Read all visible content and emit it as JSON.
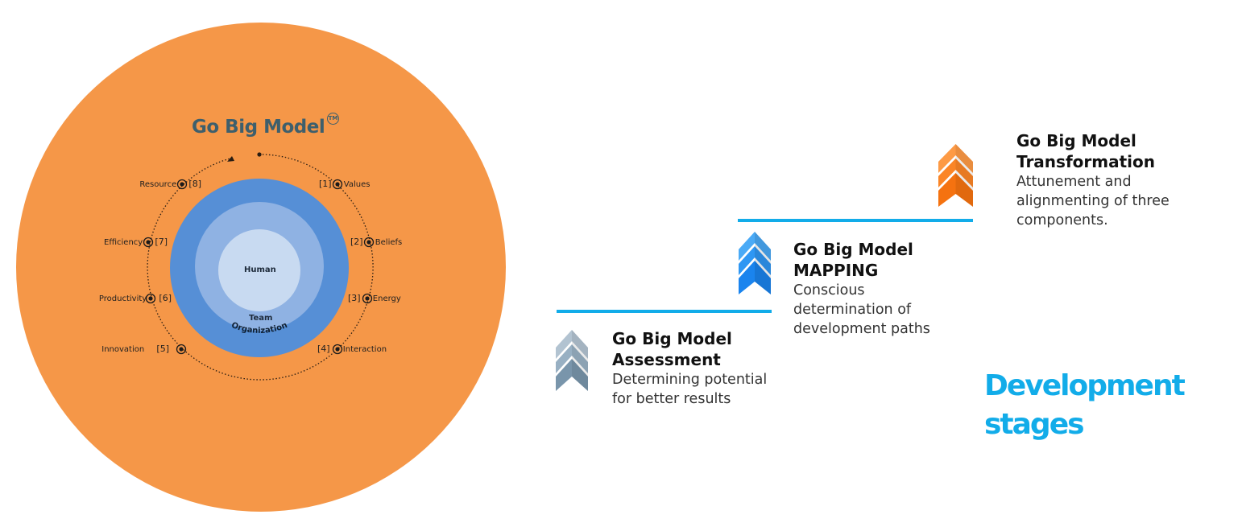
{
  "model": {
    "title": "Go Big Model",
    "trademark": "TM",
    "rings": {
      "inner": "Human",
      "middle": "Team",
      "outer": "Organization"
    },
    "cycle": [
      {
        "number": "[1]",
        "label": "Values"
      },
      {
        "number": "[2]",
        "label": "Beliefs"
      },
      {
        "number": "[3]",
        "label": "Energy"
      },
      {
        "number": "[4]",
        "label": "Interaction"
      },
      {
        "number": "[5]",
        "label": "Innovation"
      },
      {
        "number": "[6]",
        "label": "Productivity"
      },
      {
        "number": "[7]",
        "label": "Efficiency"
      },
      {
        "number": "[8]",
        "label": "Resource"
      }
    ]
  },
  "stages": [
    {
      "title_line1": "Go Big Model",
      "title_line2": "Assessment",
      "desc_line1": "Determining potential",
      "desc_line2": "for better results",
      "icon": "chevron-up-icon",
      "color": "#8aa5b8"
    },
    {
      "title_line1": "Go Big Model",
      "title_line2": "MAPPING",
      "desc_line1": "Conscious",
      "desc_line2": "determination of",
      "desc_line3": "development paths",
      "icon": "chevron-up-icon",
      "color": "#1d8bf0"
    },
    {
      "title_line1": "Go Big Model",
      "title_line2": "Transformation",
      "desc_line1": "Attunement and",
      "desc_line2": "alignmenting of three",
      "desc_line3": "components.",
      "icon": "chevron-up-icon",
      "color": "#fb7a16"
    }
  ],
  "heading": {
    "line1": "Development",
    "line2": "stages",
    "color": "#12ace9"
  },
  "colors": {
    "circle": "#f59748",
    "step_line": "#12ace9",
    "model_title": "#3e5f6c"
  }
}
